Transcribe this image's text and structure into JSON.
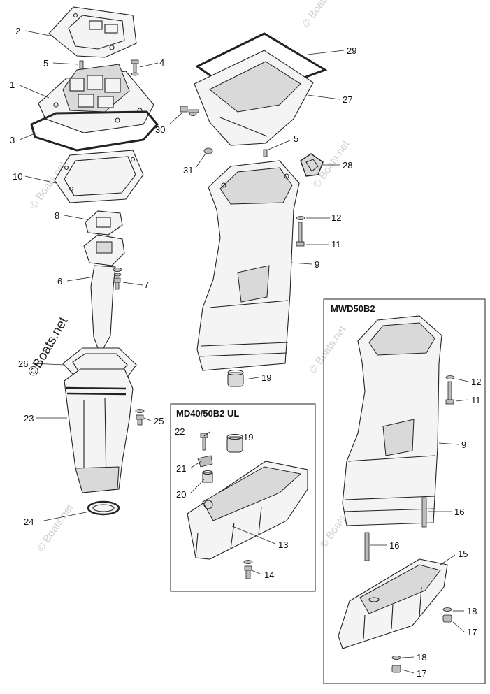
{
  "watermark": {
    "brand": "©Boats.net",
    "tile": "© Boats.net"
  },
  "boxes": {
    "mwd": {
      "title": "MWD50B2"
    },
    "md": {
      "title": "MD40/50B2 UL"
    }
  },
  "callouts": {
    "c2": "2",
    "c5a": "5",
    "c4": "4",
    "c1": "1",
    "c3": "3",
    "c10": "10",
    "c8": "8",
    "c6": "6",
    "c7": "7",
    "c26": "26",
    "c23": "23",
    "c25": "25",
    "c24": "24",
    "c29": "29",
    "c27": "27",
    "c30": "30",
    "c5b": "5",
    "c31": "31",
    "c28": "28",
    "c12a": "12",
    "c11a": "11",
    "c9a": "9",
    "c19a": "19",
    "c12b": "12",
    "c11b": "11",
    "c9b": "9",
    "c16a": "16",
    "c16b": "16",
    "c15": "15",
    "c18a": "18",
    "c17a": "17",
    "c18b": "18",
    "c17b": "17",
    "c22": "22",
    "c19b": "19",
    "c21": "21",
    "c20": "20",
    "c13": "13",
    "c14": "14"
  }
}
